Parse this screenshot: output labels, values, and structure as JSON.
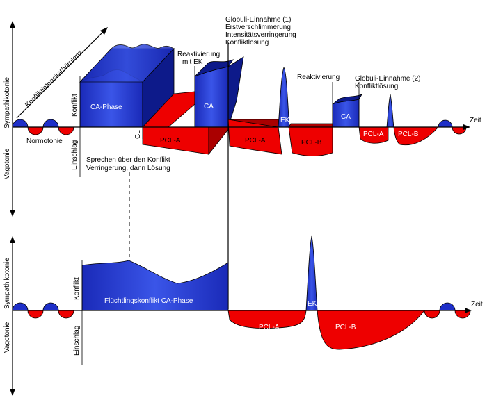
{
  "colors": {
    "sympathicotonia": "#1e2fc8",
    "vagotonia": "#ee0000",
    "background": "#ffffff"
  },
  "top": {
    "axis_y_upper": "Sympathikotonie",
    "axis_y_lower": "Vagotonie",
    "axis_x": "Zeit",
    "diagonal_axis": "Konfliktintensität/Virulenz",
    "normotonie": "Normotonie",
    "konflikt": "Konflikt",
    "einschlag": "Einschlag",
    "ca_phase": "CA-Phase",
    "cl": "CL",
    "pcl_a": "PCL-A",
    "ca": "CA",
    "ek": "EK",
    "pcl_b": "PCL-B",
    "sprechen_line1": "Sprechen über den Konflikt",
    "sprechen_line2": "Verringerung, dann Lösung",
    "reaktivierung_ek_line1": "Reaktivierung",
    "reaktivierung_ek_line2": "mit EK",
    "globuli1_line1": "Globuli-Einnahme (1)",
    "globuli1_line2": "Erstverschlimmerung",
    "globuli1_line3": "Intensitätsverringerung",
    "globuli1_line4": "Konfliktlösung",
    "reaktivierung": "Reaktivierung",
    "globuli2_line1": "Globuli-Einnahme (2)",
    "globuli2_line2": "Konfliktlösung"
  },
  "bottom": {
    "axis_y_upper": "Sympathikotonie",
    "axis_y_lower": "Vagotonie",
    "axis_x": "Zeit",
    "konflikt": "Konflikt",
    "einschlag": "Einschlag",
    "ca_phase": "Flüchtlingskonflikt CA-Phase",
    "pcl_a": "PCL-A",
    "ek": "EK",
    "pcl_b": "PCL-B"
  }
}
